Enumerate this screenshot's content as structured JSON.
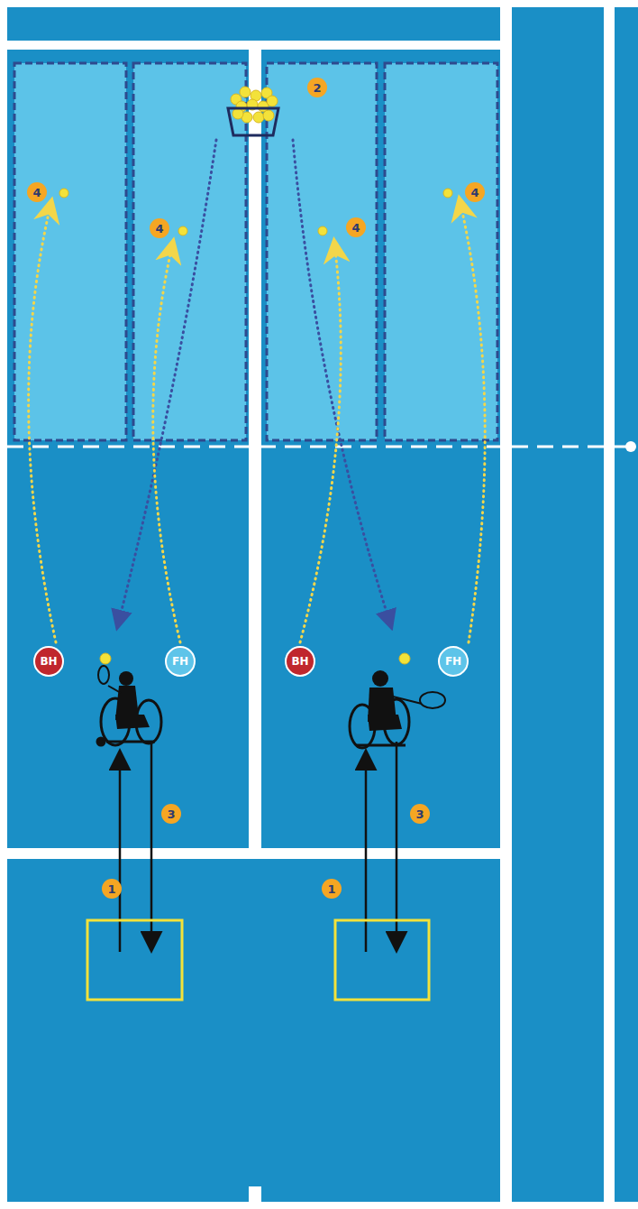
{
  "diagram": {
    "nodes": [
      {
        "text": [
          "BH"
        ]
      },
      {
        "text": [
          "FH"
        ]
      },
      {
        "text": [
          "BH"
        ]
      },
      {
        "text": [
          "FH"
        ]
      }
    ],
    "labels": [
      "2",
      "4",
      "4",
      "4",
      "4",
      "3",
      "3",
      "1",
      "1"
    ]
  }
}
